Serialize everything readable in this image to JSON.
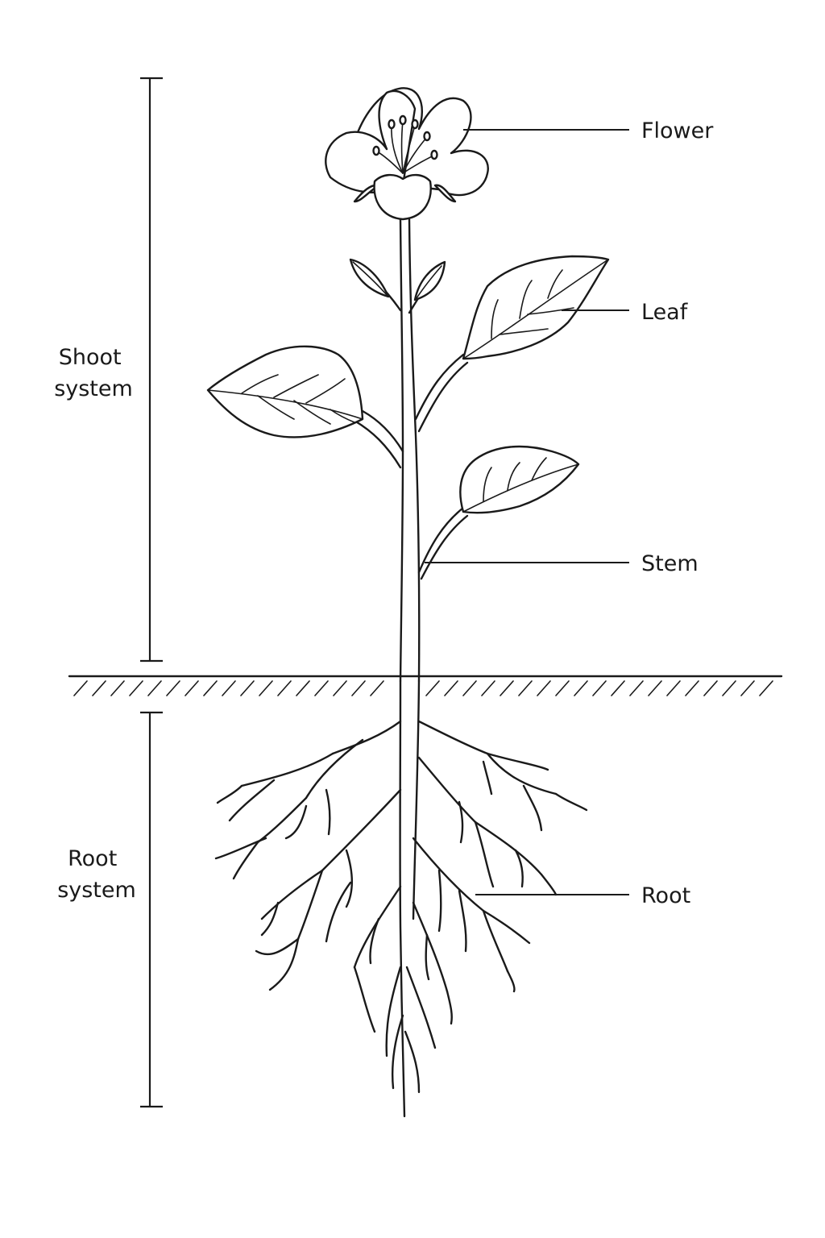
{
  "labels": {
    "flower": "Flower",
    "leaf": "Leaf",
    "stem": "Stem",
    "root": "Root"
  },
  "brackets": {
    "shoot": {
      "line1": "Shoot",
      "line2": "system"
    },
    "root": {
      "line1": "Root",
      "line2": "system"
    }
  },
  "colors": {
    "ink": "#1a1a1a",
    "background": "#ffffff"
  }
}
